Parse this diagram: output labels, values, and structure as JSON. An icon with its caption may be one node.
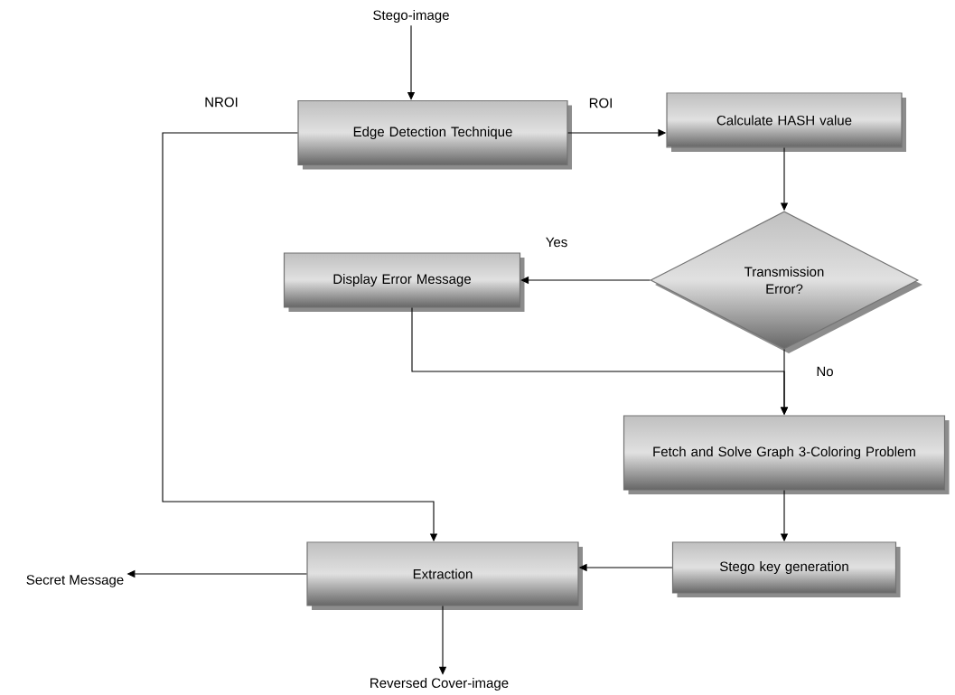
{
  "diagram": {
    "nodes": [
      {
        "text": [
          "Stego-image"
        ]
      },
      {
        "text": [
          "Edge Detection Technique"
        ]
      },
      {
        "text": [
          "Calculate HASH value"
        ]
      },
      {
        "text": [
          "Transmission Error?"
        ]
      },
      {
        "text": [
          "Display Error Message"
        ]
      },
      {
        "text": [
          "Fetch and Solve Graph 3-Coloring Problem"
        ]
      },
      {
        "text": [
          "Stego key generation"
        ]
      },
      {
        "text": [
          "Extraction"
        ]
      },
      {
        "text": [
          "Secret Message"
        ]
      },
      {
        "text": [
          "Reversed Cover-image"
        ]
      }
    ],
    "edges": [
      {
        "from": 0,
        "to": 1,
        "arrow": "to"
      },
      {
        "from": 1,
        "to": 2,
        "arrow": "to",
        "label": "ROI"
      },
      {
        "from": 1,
        "to": 7,
        "arrow": "to",
        "label": "NROI"
      },
      {
        "from": 2,
        "to": 3,
        "arrow": "to"
      },
      {
        "from": 3,
        "to": 4,
        "arrow": "to",
        "label": "Yes"
      },
      {
        "from": 4,
        "to": 5,
        "arrow": "to"
      },
      {
        "from": 3,
        "to": 5,
        "arrow": "to",
        "label": "No"
      },
      {
        "from": 5,
        "to": 6,
        "arrow": "to"
      },
      {
        "from": 6,
        "to": 7,
        "arrow": "to"
      },
      {
        "from": 7,
        "to": 8,
        "arrow": "to"
      },
      {
        "from": 7,
        "to": 9,
        "arrow": "to"
      }
    ]
  }
}
